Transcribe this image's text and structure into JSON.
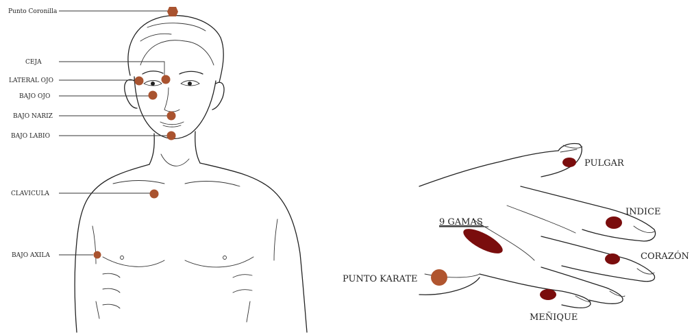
{
  "colors": {
    "body_point": "#a9532f",
    "hand_point": "#7a0d0d",
    "karate_point": "#b0552f",
    "ink": "#222222"
  },
  "body_points": [
    {
      "id": "punto-coronilla",
      "label": "Punto Coronilla"
    },
    {
      "id": "ceja",
      "label": "CEJA"
    },
    {
      "id": "lateral-ojo",
      "label": "LATERAL OJO"
    },
    {
      "id": "bajo-ojo",
      "label": "BAJO OJO"
    },
    {
      "id": "bajo-nariz",
      "label": "BAJO NARIZ"
    },
    {
      "id": "bajo-labio",
      "label": "BAJO LABIO"
    },
    {
      "id": "clavicula",
      "label": "CLAVICULA"
    },
    {
      "id": "bajo-axila",
      "label": "BAJO AXILA"
    }
  ],
  "hand_points": [
    {
      "id": "pulgar",
      "label": "PULGAR"
    },
    {
      "id": "indice",
      "label": "INDICE"
    },
    {
      "id": "corazon",
      "label": "CORAZÓN"
    },
    {
      "id": "menique",
      "label": "MEÑIQUE"
    },
    {
      "id": "nueve-gamas",
      "label": "9 GAMAS"
    },
    {
      "id": "punto-karate",
      "label": "PUNTO KARATE"
    }
  ]
}
